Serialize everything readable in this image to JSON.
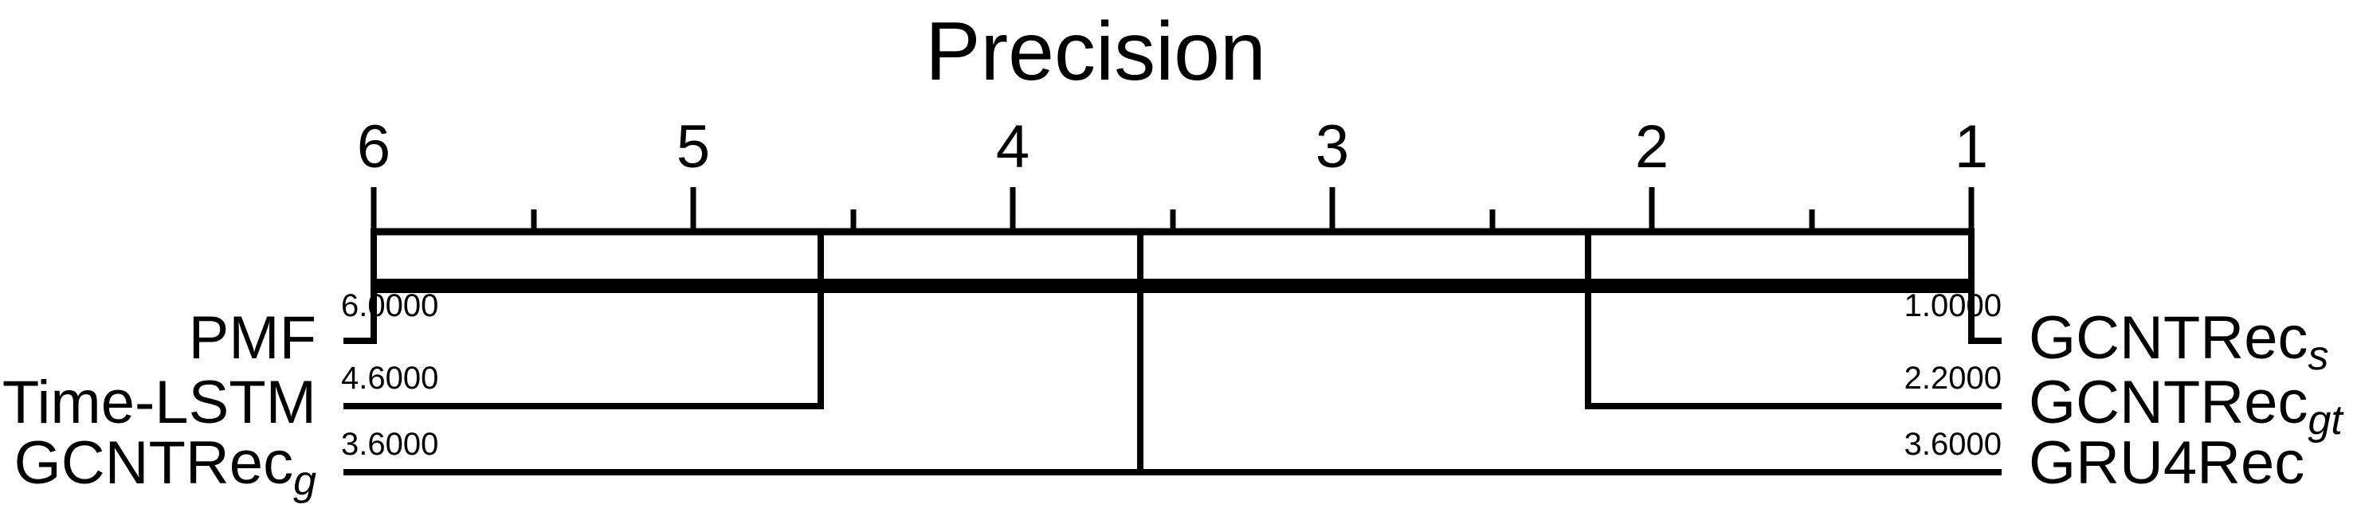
{
  "chart_data": {
    "type": "critical-difference-diagram",
    "title": "Precision",
    "axis": {
      "min": 1,
      "max": 6,
      "reversed": true,
      "tick_labels": [
        "6",
        "5",
        "4",
        "3",
        "2",
        "1"
      ],
      "major_ticks": [
        6,
        5,
        4,
        3,
        2,
        1
      ],
      "minor_ticks": [
        5.5,
        4.5,
        3.5,
        2.5,
        1.5
      ]
    },
    "cd_bar": {
      "from": 6,
      "to": 1
    },
    "methods_left": [
      {
        "name": "PMF",
        "sub": "",
        "rank": 6.0,
        "rank_label": "6.0000"
      },
      {
        "name": "Time-LSTM",
        "sub": "",
        "rank": 4.6,
        "rank_label": "4.6000"
      },
      {
        "name": "GCNTRec",
        "sub": "g",
        "rank": 3.6,
        "rank_label": "3.6000"
      }
    ],
    "methods_right": [
      {
        "name": "GCNTRec",
        "sub": "s",
        "rank": 1.0,
        "rank_label": "1.0000"
      },
      {
        "name": "GCNTRec",
        "sub": "gt",
        "rank": 2.2,
        "rank_label": "2.2000"
      },
      {
        "name": "GRU4Rec",
        "sub": "",
        "rank": 3.6,
        "rank_label": "3.6000"
      }
    ],
    "colors": {
      "line": "#000000",
      "background": "#ffffff"
    }
  }
}
